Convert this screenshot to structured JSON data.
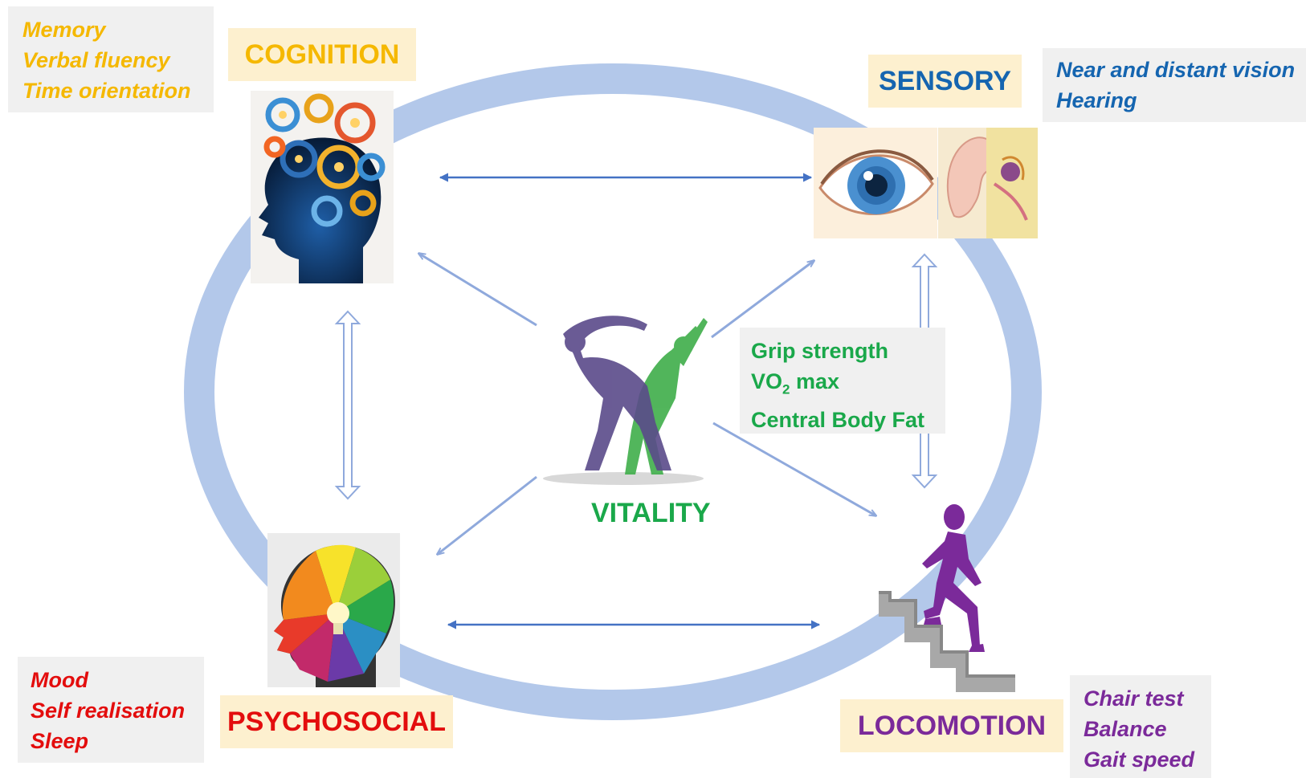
{
  "domains": {
    "cognition": {
      "title": "COGNITION",
      "items": [
        "Memory",
        "Verbal fluency",
        "Time orientation"
      ],
      "color": "#f5b800",
      "icon": "gears-head-icon"
    },
    "sensory": {
      "title": "SENSORY",
      "items": [
        "Near and distant vision",
        "Hearing"
      ],
      "color": "#1565b0",
      "icon": "eye-ear-icon"
    },
    "psychosocial": {
      "title": "PSYCHOSOCIAL",
      "items": [
        "Mood",
        "Self realisation",
        "Sleep"
      ],
      "color": "#e30d0d",
      "icon": "rainbow-head-lightbulb-icon"
    },
    "locomotion": {
      "title": "LOCOMOTION",
      "items": [
        "Chair test",
        "Balance",
        "Gait speed"
      ],
      "color": "#7b2a9a",
      "icon": "stair-climber-icon"
    }
  },
  "vitality": {
    "label": "VITALITY",
    "color": "#1aa84a",
    "icon": "stretching-figures-icon",
    "measures": {
      "grip": "Grip strength",
      "vo2_prefix": "VO",
      "vo2_sub": "2",
      "vo2_suffix": " max",
      "fat": "Central Body Fat"
    }
  },
  "ring_color": "#b3c8ea",
  "arrow_color": "#4472c4"
}
